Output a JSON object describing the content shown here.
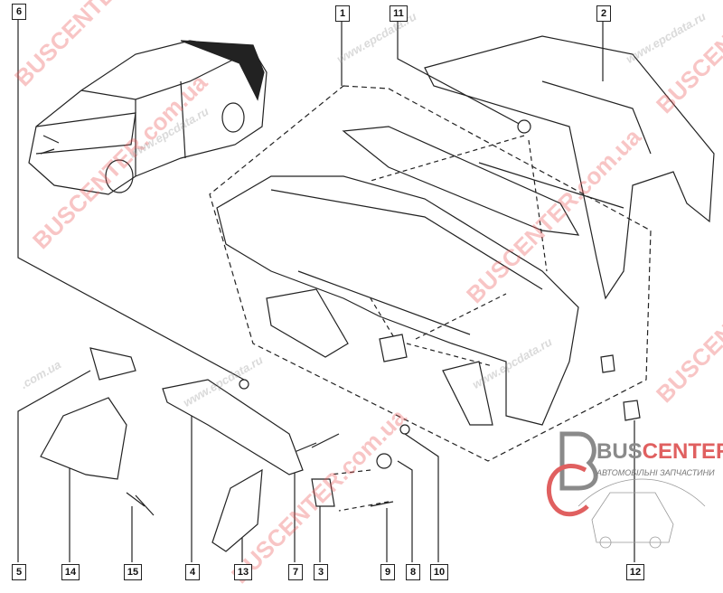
{
  "labels": {
    "l1": "1",
    "l2": "2",
    "l3": "3",
    "l4": "4",
    "l5": "5",
    "l6": "6",
    "l7": "7",
    "l8": "8",
    "l9": "9",
    "l10": "10",
    "l11": "11",
    "l12": "12",
    "l13": "13",
    "l14": "14",
    "l15": "15"
  },
  "logo": {
    "bus": "BUS",
    "center": "CENTER",
    "subtitle": "АВТОМОБІЛЬНІ ЗАПЧАСТИНИ"
  },
  "watermarks": {
    "brand": "BUSCENTER",
    "site": "www.epcdata.ru",
    "domain": ".com.ua",
    "full": "BUSCENTER.com.ua"
  },
  "colors": {
    "line": "#222222",
    "watermark_red": "#eb5a5a",
    "logo_grey": "#8a8a8a"
  }
}
